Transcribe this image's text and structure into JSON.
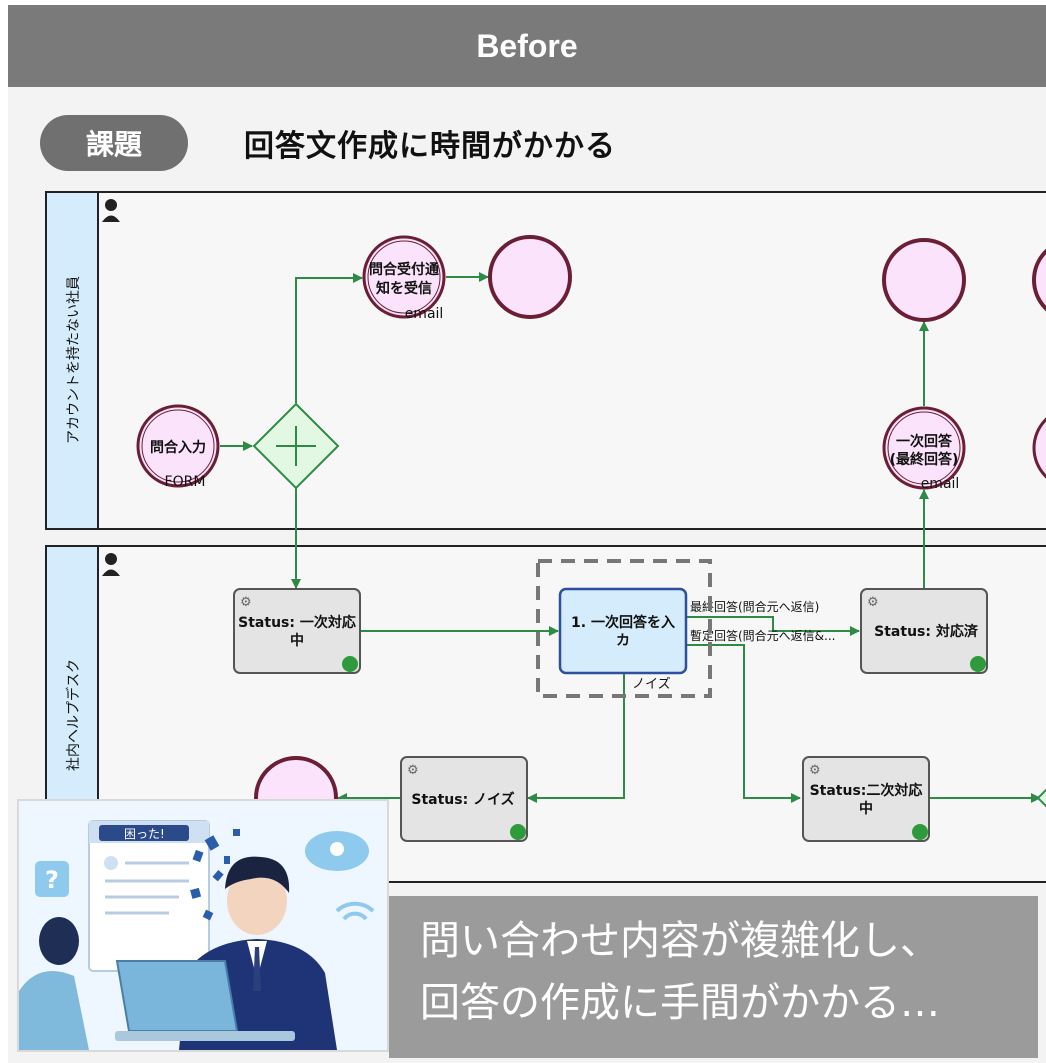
{
  "header": {
    "title": "Before"
  },
  "issue": {
    "badge": "課題",
    "title": "回答文作成に時間がかかる"
  },
  "lanes": {
    "top": "アカウントを持たない社員",
    "bottom": "社内ヘルプデスク"
  },
  "nodes": {
    "form_event": {
      "label": "問合入力",
      "sub": "FORM"
    },
    "notice_event": {
      "label1": "問合受付通",
      "label2": "知を受信",
      "sub": "email"
    },
    "answer_event": {
      "label1": "一次回答",
      "label2": "(最終回答)",
      "sub": "email"
    },
    "task_status1": {
      "label1": "Status: 一次対応",
      "label2": "中"
    },
    "task_answer": {
      "label1": "1. 一次回答を入",
      "label2": "カ"
    },
    "task_done": {
      "label": "Status: 対応済"
    },
    "task_noise": {
      "label": "Status: ノイズ"
    },
    "task_second": {
      "label1": "Status:二次対応",
      "label2": "中"
    }
  },
  "flows": {
    "final": "最終回答(問合元へ返信)",
    "interim": "暫定回答(問合元へ返信&...",
    "noise": "ノイズ"
  },
  "caption": {
    "line1": "問い合わせ内容が複雑化し、",
    "line2": "回答の作成に手間がかかる…"
  },
  "illustration": {
    "bubble": "困った!",
    "question": "?"
  },
  "colors": {
    "header": "#7a7a7a",
    "flow": "#2e8b45",
    "event_fill": "#fbe3fb",
    "event_stroke": "#6b1f35",
    "task_fill": "#e4e4e4",
    "highlight_fill": "#d4ecfb",
    "highlight_stroke": "#2c4f9e",
    "lane_label": "#d4ecfb"
  }
}
